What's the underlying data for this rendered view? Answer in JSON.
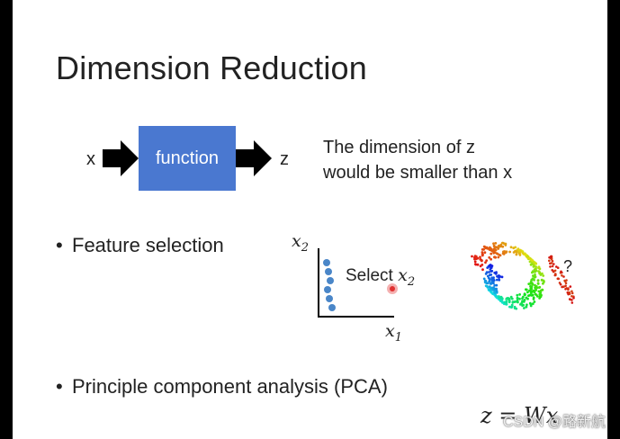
{
  "slide": {
    "title": "Dimension Reduction",
    "diagram": {
      "input_label": "x",
      "box_label": "function",
      "output_label": "z",
      "description_line1": "The dimension of z",
      "description_line2": "would be smaller than x"
    },
    "bullet1": "Feature selection",
    "bullet2": "Principle component analysis (PCA)",
    "plot": {
      "ylabel_var": "x",
      "ylabel_sub": "2",
      "xlabel_var": "x",
      "xlabel_sub": "1",
      "annotation_text": "Select",
      "annotation_var": "x",
      "annotation_sub": "2",
      "point_color": "#4a86c8"
    },
    "swiss_roll_question": "?",
    "formula": {
      "lhs": "z",
      "eq": "=",
      "rhs": "Wx"
    },
    "watermark": "CSDN @路新航",
    "colors": {
      "function_box": "#4a78d0",
      "cursor": "#e03030"
    }
  }
}
